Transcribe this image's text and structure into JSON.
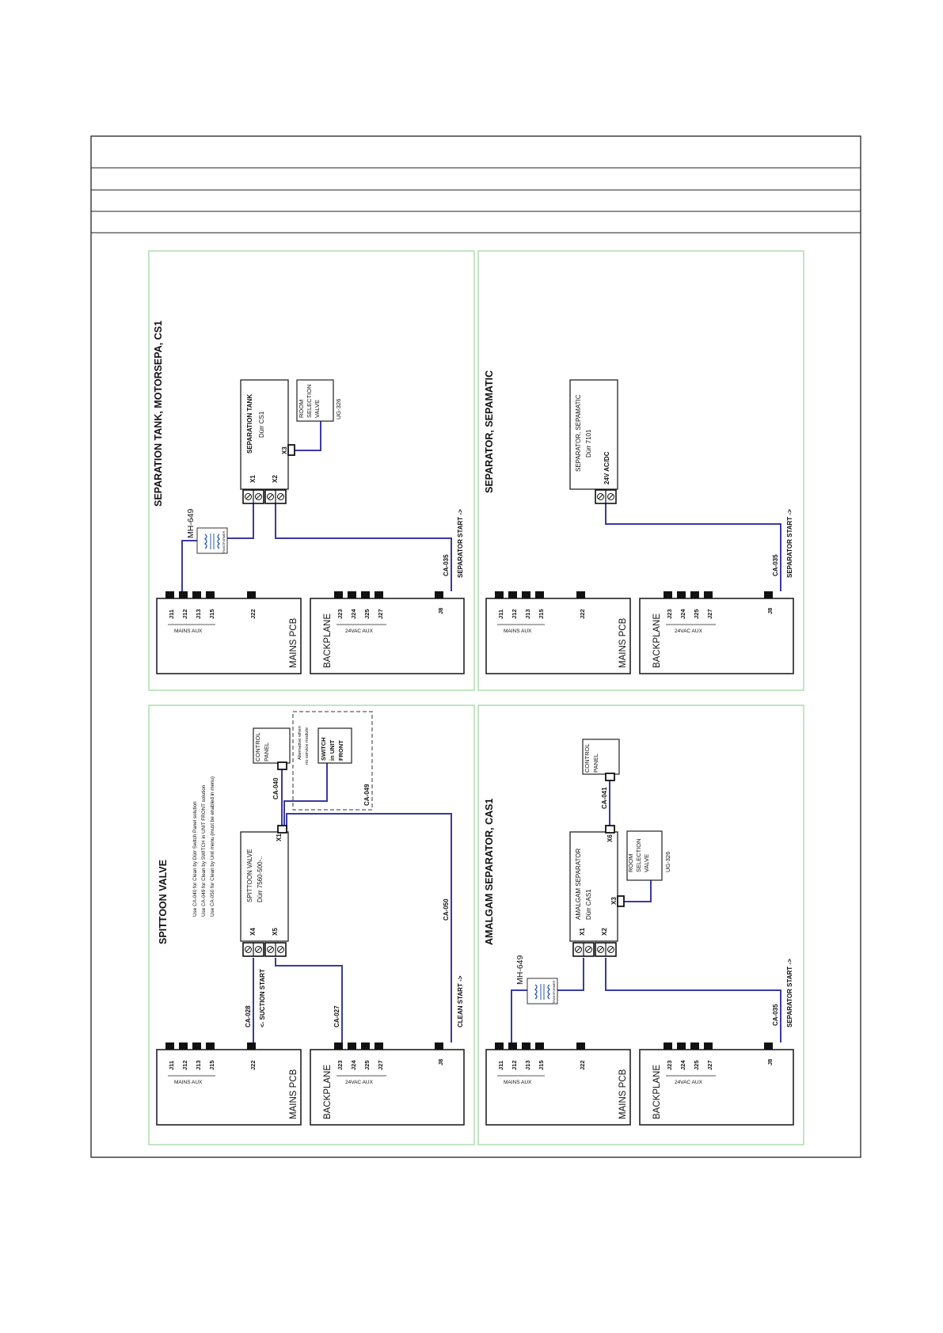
{
  "colors": {
    "wire": "#3a3aa6",
    "panel_border": "#a8dca8",
    "frame": "#222222"
  },
  "common": {
    "mains_pcb": "MAINS PCB",
    "backplane": "BACKPLANE",
    "mains_aux": "MAINS AUX",
    "vac_aux": "24VAC AUX",
    "j11": "J11",
    "j12": "J12",
    "j13": "J13",
    "j15": "J15",
    "j22": "J22",
    "j23": "J23",
    "j24": "J24",
    "j25": "J25",
    "j27": "J27",
    "j8": "J8",
    "transformer": "TRANSFORMER"
  },
  "panels": {
    "cs1": {
      "title": "SEPARATION TANK, MOTORSEPA, CS1",
      "device_line1": "SEPARATION TANK",
      "device_line2": "Dürr CS1",
      "x1": "X1",
      "x2": "X2",
      "x3": "X3",
      "room_valve_1": "ROOM",
      "room_valve_2": "SELECTION",
      "room_valve_3": "VALVE",
      "room_valve_code": "UG-326",
      "transformer_code": "MH-649",
      "cable": "CA-035",
      "start_label": "SEPARATOR START ->"
    },
    "sepamatic": {
      "title": "SEPARATOR, SEPAMATIC",
      "device_line1": "SEPARATOR, SEPAMATIC",
      "device_line2": "Dürr 7101",
      "device_line3": "24V AC/DC",
      "cable": "CA-035",
      "start_label": "SEPARATOR START ->"
    },
    "spittoon": {
      "title": "SPITTOON VALVE",
      "note1": "Use CA-040 for Clean by Dürr Switch Panel solution",
      "note2": "Use CA-049 for Clean by SWITCH in UNIT FRONT solution",
      "note3": "Use CA-050 for Clean by Unit menu (must be enabled in menu)",
      "device_line1": "SPITTOON VALVE",
      "device_line2": "Dürr 7560-500-..",
      "x1": "X1",
      "x4": "X4",
      "x5": "X5",
      "control_panel_1": "CONTROL",
      "control_panel_2": "PANEL",
      "alt_1": "Alternative when",
      "alt_2": "no service module",
      "switch_1": "SWITCH",
      "switch_2": "in UNIT",
      "switch_3": "FRONT",
      "ca040": "CA-040",
      "ca049": "CA-049",
      "ca050": "CA-050",
      "ca028": "CA-028",
      "ca027": "CA-027",
      "suction_label": "<- SUCTION START",
      "clean_label": "CLEAN START ->"
    },
    "cas1": {
      "title": "AMALGAM SEPARATOR, CAS1",
      "device_line1": "AMALGAM SEPARATOR",
      "device_line2": "Dürr CAS1",
      "x1": "X1",
      "x2": "X2",
      "x3": "X3",
      "x6": "X6",
      "control_panel_1": "CONTROL",
      "control_panel_2": "PANEL",
      "ca041": "CA-041",
      "room_valve_1": "ROOM",
      "room_valve_2": "SELECTION",
      "room_valve_3": "VALVE",
      "room_valve_code": "UG-326",
      "transformer_code": "MH-649",
      "cable": "CA-035",
      "start_label": "SEPARATOR START ->"
    }
  }
}
